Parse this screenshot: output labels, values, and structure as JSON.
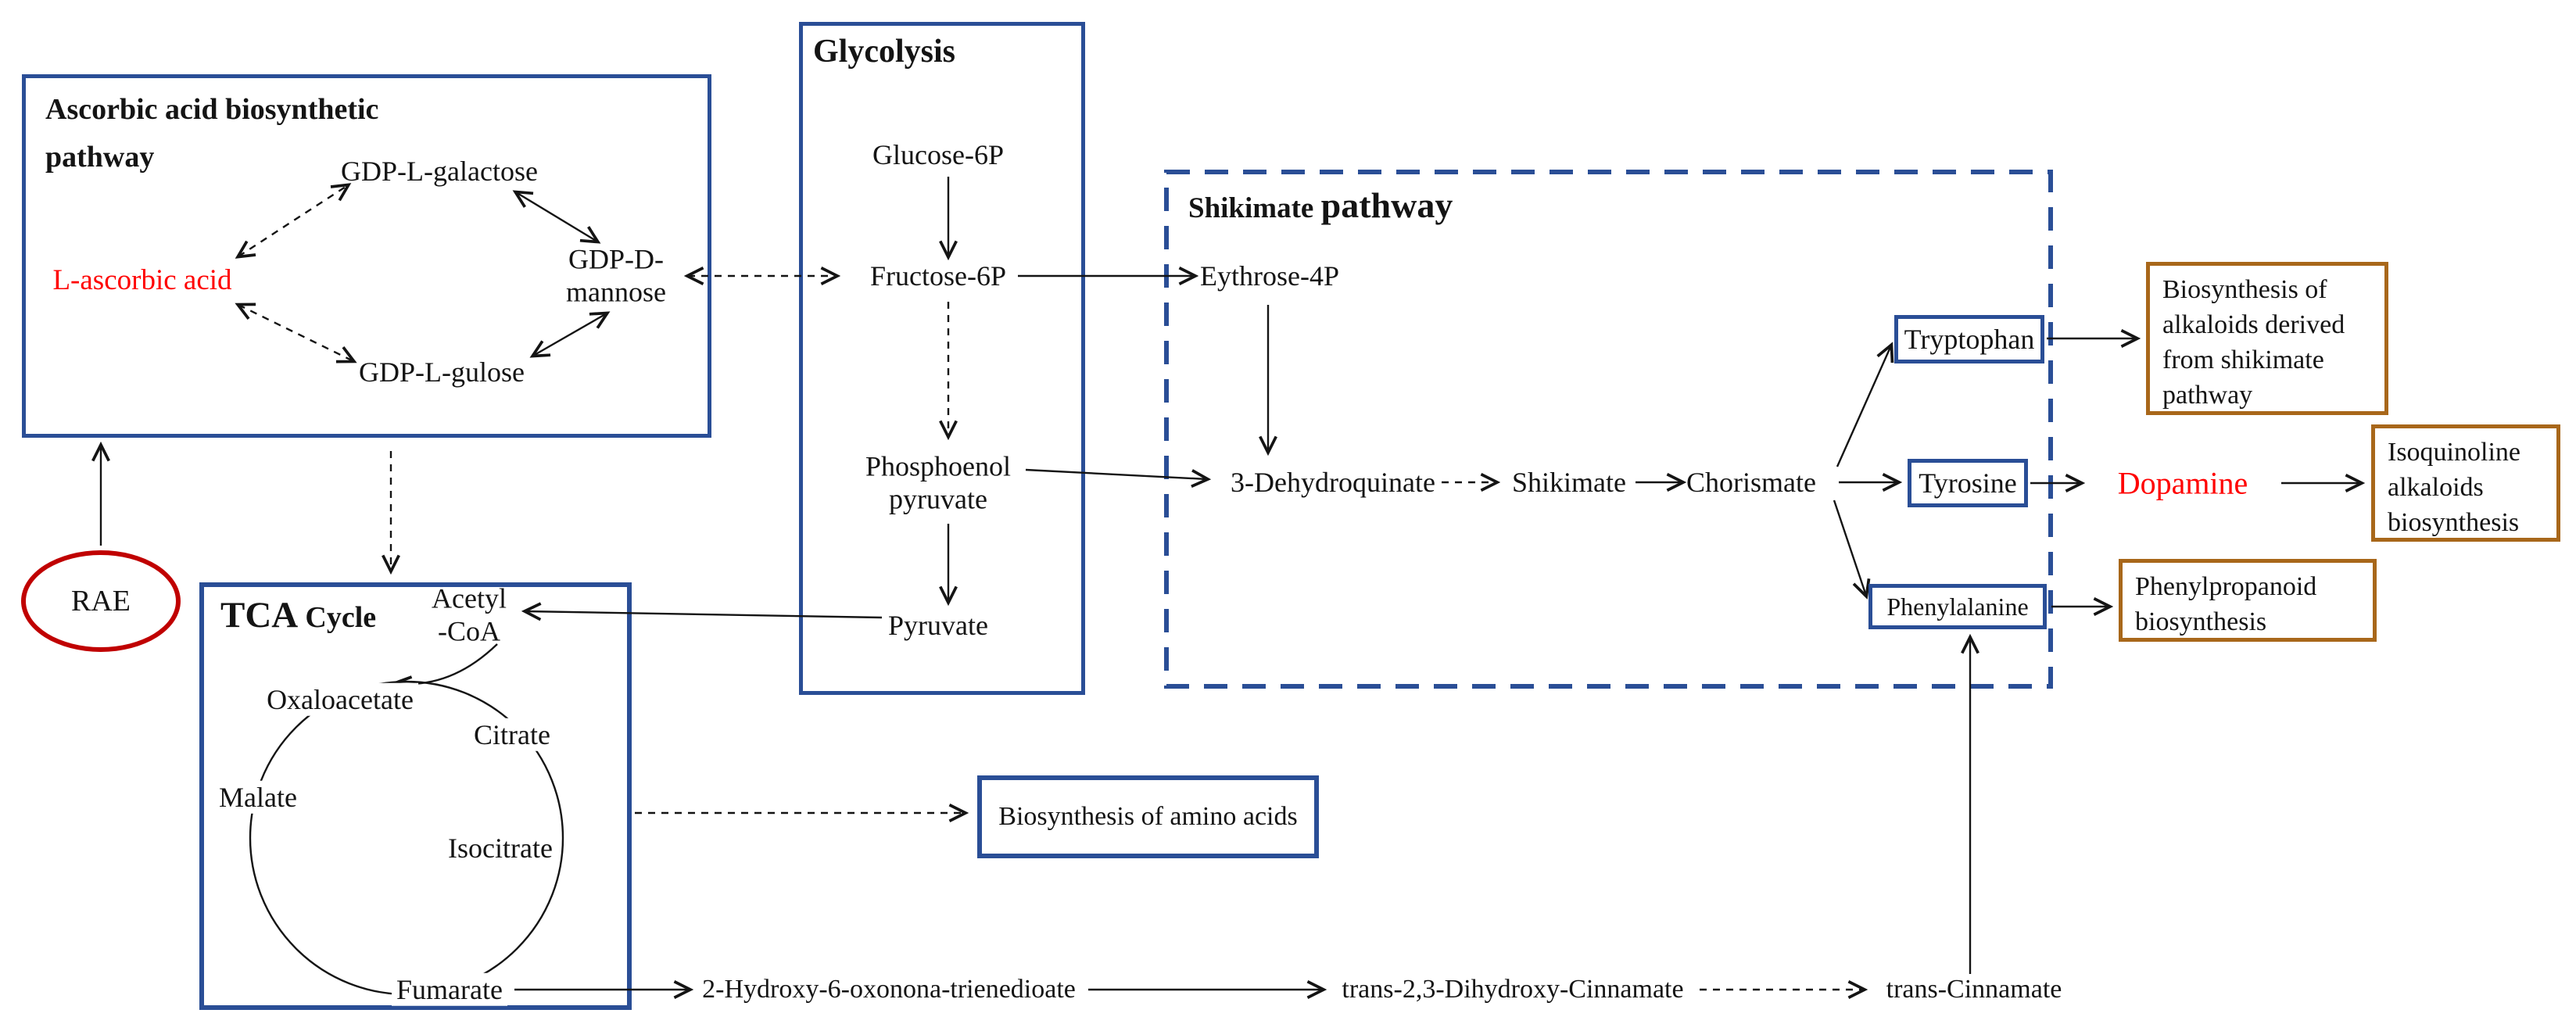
{
  "ascorbic": {
    "title": "Ascorbic acid biosynthetic pathway",
    "l_ascorbic_acid": "L-ascorbic acid",
    "gdp_l_galactose": "GDP-L-galactose",
    "gdp_d_mannose": "GDP-D-\nmannose",
    "gdp_l_gulose": "GDP-L-gulose"
  },
  "rae": {
    "label": "RAE"
  },
  "glycolysis": {
    "title": "Glycolysis",
    "glucose_6p": "Glucose-6P",
    "fructose_6p": "Fructose-6P",
    "phosphoenol_pyruvate": "Phosphoenol\npyruvate",
    "pyruvate": "Pyruvate"
  },
  "shikimate": {
    "title_part1": "Shikimate",
    "title_part2": "pathway",
    "eythrose_4p": "Eythrose-4P",
    "dehydroquinate": "3-Dehydroquinate",
    "shikimate_node": "Shikimate",
    "chorismate": "Chorismate",
    "tryptophan": "Tryptophan",
    "tyrosine": "Tyrosine",
    "phenylalanine": "Phenylalanine"
  },
  "tca": {
    "title_part1": "TCA",
    "title_part2": "Cycle",
    "acetyl_coa": "Acetyl\n-CoA",
    "oxaloacetate": "Oxaloacetate",
    "citrate": "Citrate",
    "malate": "Malate",
    "isocitrate": "Isocitrate",
    "fumarate": "Fumarate"
  },
  "outputs": {
    "dopamine": "Dopamine",
    "alkaloids": "Biosynthesis of alkaloids derived from shikimate pathway",
    "isoquinoline": "Isoquinoline alkaloids biosynthesis",
    "phenylpropanoid": "Phenylpropanoid biosynthesis",
    "amino_acids": "Biosynthesis of amino acids"
  },
  "chain": {
    "hydroxy": "2-Hydroxy-6-oxonona-trienedioate",
    "dihydroxy": "trans-2,3-Dihydroxy-Cinnamate",
    "trans_cinnamate": "trans-Cinnamate"
  },
  "colors": {
    "box_blue": "#2A4E96",
    "accent_brown": "#A8671A",
    "highlight_red": "#FF0000",
    "ellipse_red": "#C00000"
  }
}
